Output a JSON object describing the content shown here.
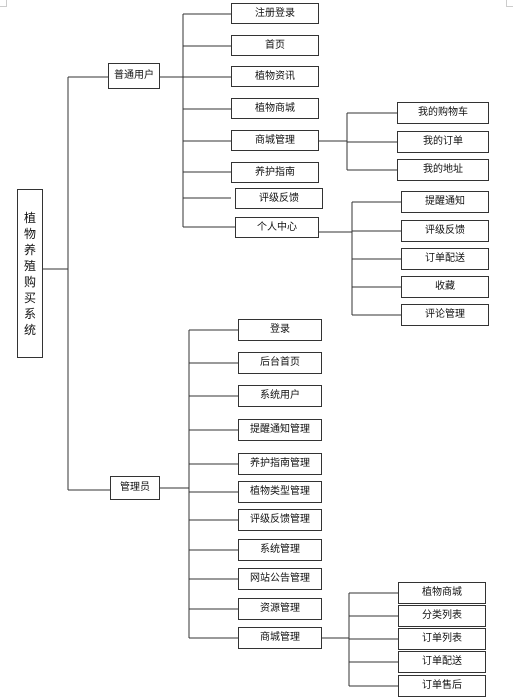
{
  "diagram": {
    "root": "植物养殖购买系统",
    "user": {
      "label": "普通用户",
      "items": [
        "注册登录",
        "首页",
        "植物资讯",
        "植物商城",
        "商城管理",
        "养护指南",
        "评级反馈",
        "个人中心"
      ],
      "mall_sub": [
        "我的购物车",
        "我的订单",
        "我的地址"
      ],
      "center_sub": [
        "提醒通知",
        "评级反馈",
        "订单配送",
        "收藏",
        "评论管理"
      ]
    },
    "admin": {
      "label": "管理员",
      "items": [
        "登录",
        "后台首页",
        "系统用户",
        "提醒通知管理",
        "养护指南管理",
        "植物类型管理",
        "评级反馈管理",
        "系统管理",
        "网站公告管理",
        "资源管理",
        "商城管理"
      ],
      "mall_sub": [
        "植物商城",
        "分类列表",
        "订单列表",
        "订单配送",
        "订单售后"
      ]
    }
  }
}
